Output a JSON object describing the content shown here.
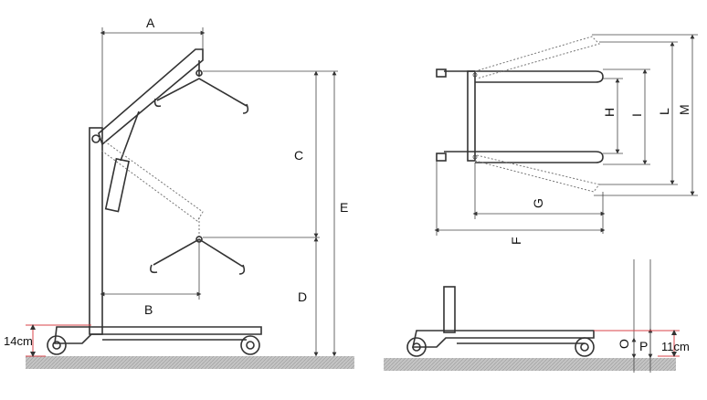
{
  "labels": {
    "A": "A",
    "B": "B",
    "C": "C",
    "D": "D",
    "E": "E",
    "F": "F",
    "G": "G",
    "H": "H",
    "I": "I",
    "L": "L",
    "M": "M",
    "O": "O",
    "P": "P",
    "base_height_left": "14cm",
    "base_height_right": "11cm"
  },
  "colors": {
    "accent_red": "#d9434a",
    "line": "#333333",
    "ground": "#bdbdbd"
  }
}
